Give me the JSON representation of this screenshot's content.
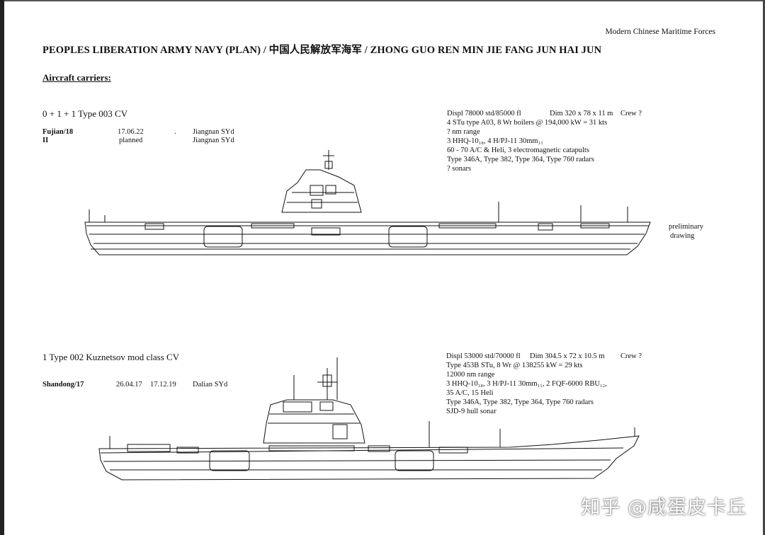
{
  "header": {
    "series": "Modern Chinese Maritime Forces",
    "title": "PEOPLES LIBERATION ARMY NAVY (PLAN) / 中国人民解放军海军 / ZHONG GUO REN MIN JIE FANG JUN HAI JUN",
    "section": "Aircraft carriers:"
  },
  "class003": {
    "name": "0 + 1 + 1 Type 003 CV",
    "ships": [
      {
        "name": "Fujian/18",
        "date1": "17.06.22",
        "date2": ".",
        "yard": "Jiangnan SYd"
      },
      {
        "name": "II",
        "date1": "planned",
        "date2": "",
        "yard": "Jiangnan SYd"
      }
    ],
    "specs": {
      "displ": "Displ 78000 std/85000 fl",
      "dim": "Dim 320 x 78 x 11 m",
      "crew": "Crew ?",
      "lines": [
        "4 STu type A03, 8 Wr boilers @ 194,000 kW = 31 kts",
        "? nm range",
        "3 HHQ-10₁₈, 4 H/PJ-11 30mm₁₁",
        "60 - 70 A/C & Heli, 3 electromagnetic catapults",
        "Type 346A, Type 382, Type 364, Type 760 radars",
        "? sonars"
      ]
    },
    "note": [
      "preliminary",
      "drawing"
    ]
  },
  "class002": {
    "name": "1 Type 002 Kuznetsov mod class CV",
    "ships": [
      {
        "name": "Shandong/17",
        "date1": "26.04.17",
        "date2": "17.12.19",
        "yard": "Dalian SYd"
      }
    ],
    "specs": {
      "displ": "Displ 53000 std/70000 fl",
      "dim": "Dim 304.5 x 72 x 10.5 m",
      "crew": "Crew ?",
      "lines": [
        "Type 453B STu, 8 Wr @ 138255 kW = 29 kts",
        "12000 nm range",
        "3 HHQ-10₁₈, 3 H/PJ-11 30mm₁₁, 2 FQF-6000 RBU₁₂,",
        "35 A/C, 15 Heli",
        "Type 346A, Type 382, Type 364, Type 760 radars",
        "SJD-9 hull sonar"
      ]
    }
  },
  "watermark": "知乎 @咸蛋皮卡丘"
}
